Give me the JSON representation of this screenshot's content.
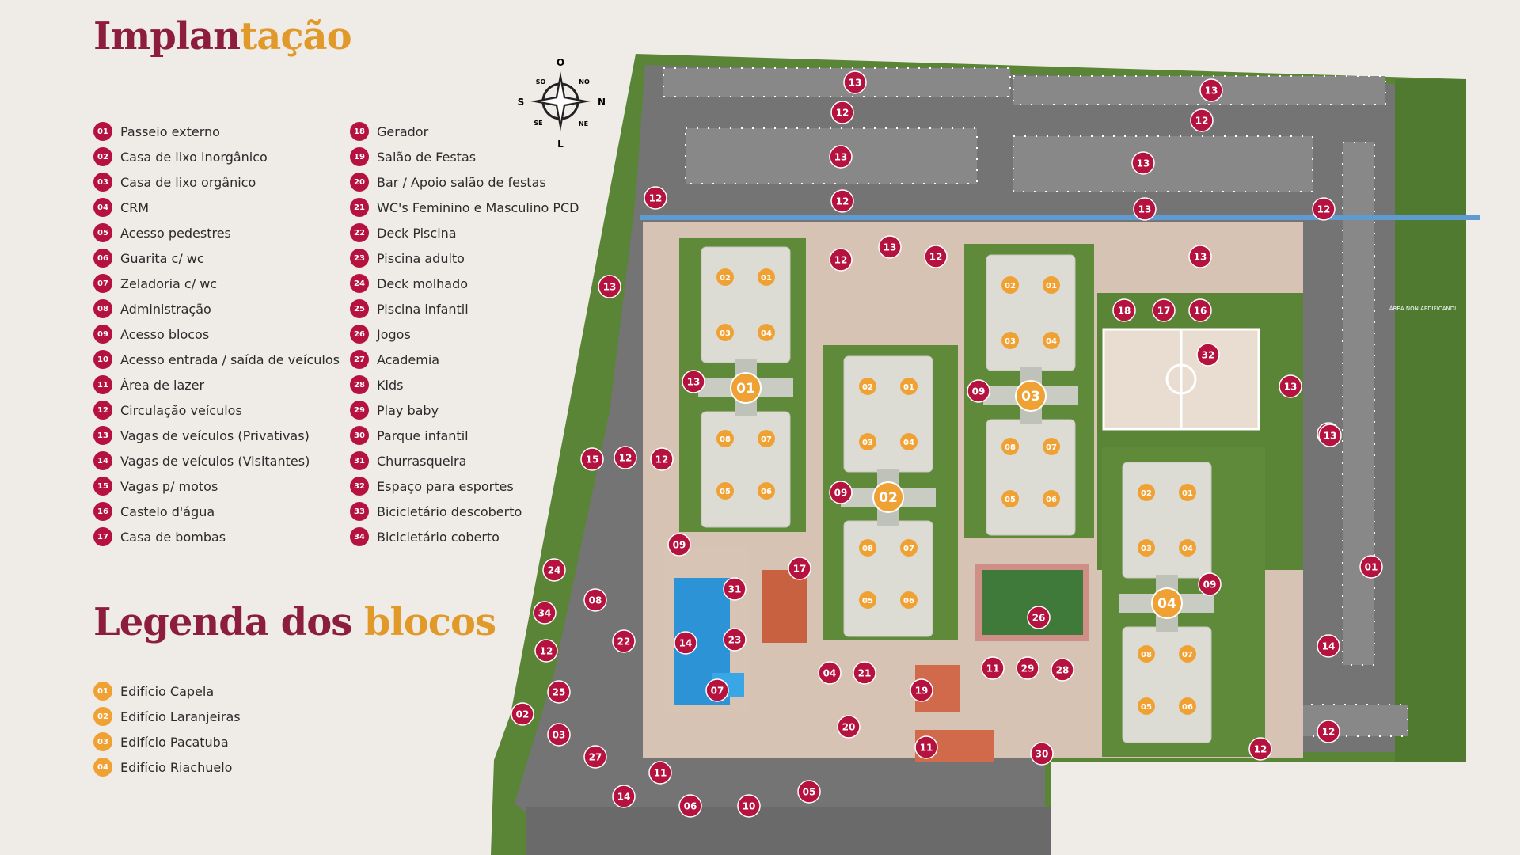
{
  "header": {
    "title_part1": "Implan",
    "title_part2": "tação",
    "legend_part1": "Legenda dos",
    "legend_part2": "blocos"
  },
  "compass": {
    "north": "N",
    "south": "S",
    "east": "L",
    "west": "O",
    "ne": "NE",
    "no": "NO",
    "se": "SE",
    "so": "SO"
  },
  "map_labels": {
    "non_building_area": "ÁREA NON AEDIFICANDI"
  },
  "legend_left": [
    {
      "num": "01",
      "label": "Passeio externo"
    },
    {
      "num": "02",
      "label": "Casa de lixo inorgânico"
    },
    {
      "num": "03",
      "label": "Casa de lixo orgânico"
    },
    {
      "num": "04",
      "label": "CRM"
    },
    {
      "num": "05",
      "label": "Acesso pedestres"
    },
    {
      "num": "06",
      "label": "Guarita c/ wc"
    },
    {
      "num": "07",
      "label": "Zeladoria c/ wc"
    },
    {
      "num": "08",
      "label": "Administração"
    },
    {
      "num": "09",
      "label": "Acesso blocos"
    },
    {
      "num": "10",
      "label": "Acesso entrada / saída de veículos"
    },
    {
      "num": "11",
      "label": "Área de lazer"
    },
    {
      "num": "12",
      "label": "Circulação veículos"
    },
    {
      "num": "13",
      "label": "Vagas de veículos (Privativas)"
    },
    {
      "num": "14",
      "label": "Vagas de veículos (Visitantes)"
    },
    {
      "num": "15",
      "label": "Vagas p/ motos"
    },
    {
      "num": "16",
      "label": "Castelo d'água"
    },
    {
      "num": "17",
      "label": "Casa de bombas"
    }
  ],
  "legend_right": [
    {
      "num": "18",
      "label": "Gerador"
    },
    {
      "num": "19",
      "label": "Salão de Festas"
    },
    {
      "num": "20",
      "label": "Bar / Apoio salão de festas"
    },
    {
      "num": "21",
      "label": "WC's Feminino e Masculino PCD"
    },
    {
      "num": "22",
      "label": "Deck Piscina"
    },
    {
      "num": "23",
      "label": "Piscina adulto"
    },
    {
      "num": "24",
      "label": "Deck molhado"
    },
    {
      "num": "25",
      "label": "Piscina infantil"
    },
    {
      "num": "26",
      "label": "Jogos"
    },
    {
      "num": "27",
      "label": "Academia"
    },
    {
      "num": "28",
      "label": "Kids"
    },
    {
      "num": "29",
      "label": "Play baby"
    },
    {
      "num": "30",
      "label": "Parque infantil"
    },
    {
      "num": "31",
      "label": "Churrasqueira"
    },
    {
      "num": "32",
      "label": "Espaço para esportes"
    },
    {
      "num": "33",
      "label": "Bicicletário descoberto"
    },
    {
      "num": "34",
      "label": "Bicicletário coberto"
    }
  ],
  "blocks_legend": [
    {
      "num": "01",
      "label": "Edifício Capela"
    },
    {
      "num": "02",
      "label": "Edifício Laranjeiras"
    },
    {
      "num": "03",
      "label": "Edifício Pacatuba"
    },
    {
      "num": "04",
      "label": "Edifício Riachuelo"
    }
  ],
  "map_markers": {
    "area_markers": [
      "13",
      "13",
      "13",
      "12",
      "12",
      "13",
      "13",
      "12",
      "12",
      "12",
      "12",
      "13",
      "12",
      "13",
      "12",
      "18",
      "17",
      "16",
      "32",
      "13",
      "13",
      "12",
      "15",
      "12",
      "13",
      "09",
      "09",
      "09",
      "09",
      "17",
      "31",
      "24",
      "34",
      "08",
      "14",
      "23",
      "22",
      "12",
      "07",
      "25",
      "02",
      "03",
      "04",
      "21",
      "20",
      "19",
      "11",
      "11",
      "29",
      "28",
      "26",
      "30",
      "27",
      "11",
      "14",
      "06",
      "10",
      "05",
      "01",
      "14",
      "13",
      "12",
      "12",
      "33",
      "13"
    ],
    "block_markers": [
      "01",
      "02",
      "03",
      "04"
    ],
    "unit_numbers": [
      "01",
      "02",
      "03",
      "04",
      "05",
      "06",
      "07",
      "08"
    ]
  },
  "colors": {
    "primary_marker": "#b5123f",
    "block_marker": "#f0a133",
    "title_dark": "#8c1d3f",
    "title_accent": "#e19a2a",
    "road": "#6f6f6f",
    "grass": "#5f8a3a",
    "path": "#d8c4b4",
    "building": "#d9dbd3",
    "water": "#2c93d6"
  }
}
